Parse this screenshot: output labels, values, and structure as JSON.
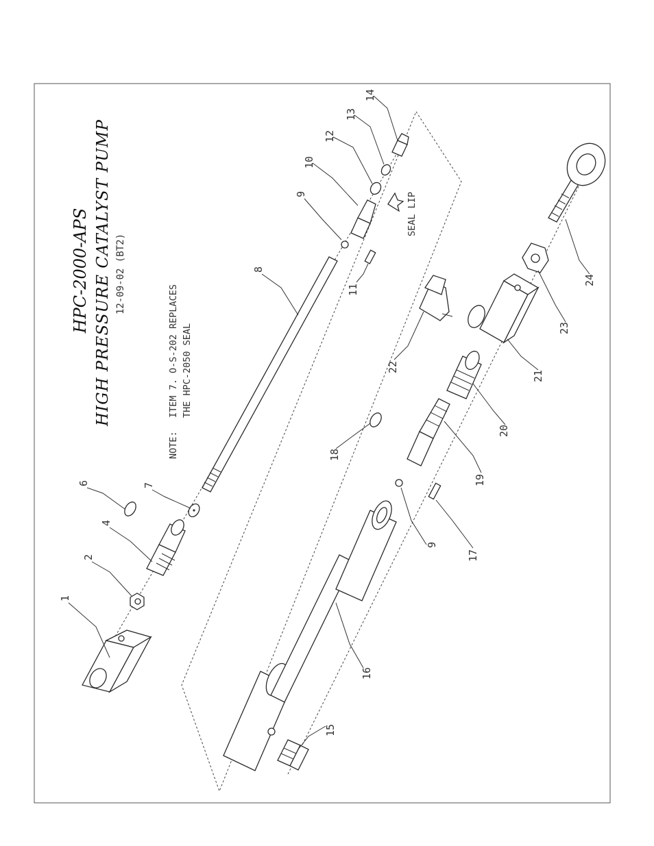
{
  "title": {
    "model": "HPC-2000-APS",
    "name": "HIGH PRESSURE CATALYST PUMP",
    "date_code": "12-09-02 (BT2)"
  },
  "note": {
    "label": "NOTE:",
    "line1": "ITEM 7. O-S-202 REPLACES",
    "line2": "THE HPC-2050 SEAL"
  },
  "seal_lip_label": "SEAL LIP",
  "callouts": [
    "1",
    "2",
    "4",
    "6",
    "7",
    "8",
    "9",
    "10",
    "11",
    "12",
    "13",
    "14",
    "15",
    "16",
    "9",
    "17",
    "18",
    "19",
    "20",
    "21",
    "22",
    "23",
    "24"
  ]
}
